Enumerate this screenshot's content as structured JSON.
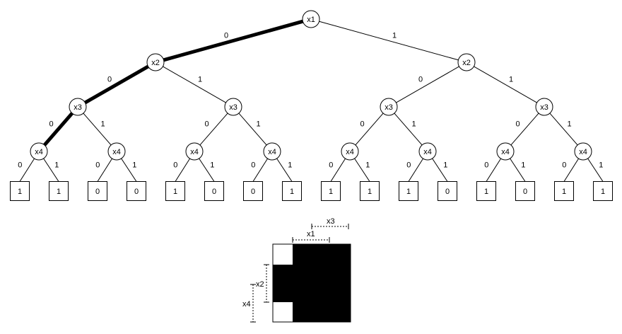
{
  "tree": {
    "root": "x1",
    "level2": [
      "x2",
      "x2"
    ],
    "level3": [
      "x3",
      "x3",
      "x3",
      "x3"
    ],
    "level4": [
      "x4",
      "x4",
      "x4",
      "x4",
      "x4",
      "x4",
      "x4",
      "x4"
    ],
    "leaves": [
      "1",
      "1",
      "0",
      "0",
      "1",
      "0",
      "0",
      "1",
      "1",
      "1",
      "1",
      "0",
      "1",
      "0",
      "1",
      "1"
    ],
    "edge_labels": {
      "left": "0",
      "right": "1"
    },
    "highlighted_path": "0-0-0"
  },
  "kmap": {
    "labels": {
      "x1": "x1",
      "x2": "x2",
      "x3": "x3",
      "x4": "x4"
    },
    "cells": [
      [
        0,
        1,
        1,
        1
      ],
      [
        1,
        1,
        1,
        1
      ],
      [
        1,
        1,
        1,
        1
      ],
      [
        0,
        1,
        1,
        1
      ]
    ]
  }
}
